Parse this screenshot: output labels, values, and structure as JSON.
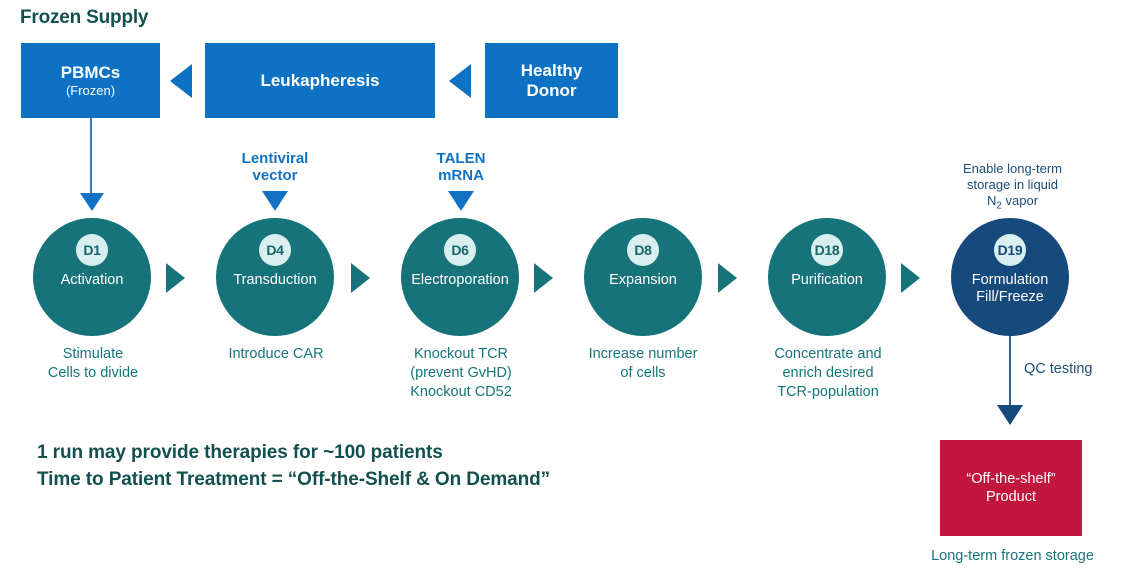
{
  "section_title": "Frozen Supply",
  "supply_chain": {
    "boxes": [
      {
        "name": "pbmcs",
        "main": "PBMCs",
        "sub": "(Frozen)"
      },
      {
        "name": "leukapheresis",
        "main": "Leukapheresis",
        "sub": ""
      },
      {
        "name": "healthy-donor",
        "main": "Healthy",
        "sub": "Donor"
      }
    ]
  },
  "inputs": [
    {
      "name": "lentiviral-vector",
      "line1": "Lentiviral",
      "line2": "vector"
    },
    {
      "name": "talen-mrna",
      "line1": "TALEN",
      "line2": "mRNA"
    }
  ],
  "storage_note": {
    "line1": "Enable long-term",
    "line2": "storage in liquid",
    "line3_pre": "N",
    "line3_sub": "2",
    "line3_post": " vapor"
  },
  "process_steps": [
    {
      "name": "activation",
      "day": "D1",
      "title": "Activation",
      "caption": "Stimulate\nCells to divide"
    },
    {
      "name": "transduction",
      "day": "D4",
      "title": "Transduction",
      "caption": "Introduce  CAR"
    },
    {
      "name": "electroporation",
      "day": "D6",
      "title": "Electroporation",
      "caption": "Knockout TCR\n(prevent GvHD)\nKnockout CD52"
    },
    {
      "name": "expansion",
      "day": "D8",
      "title": "Expansion",
      "caption": "Increase number\nof cells"
    },
    {
      "name": "purification",
      "day": "D18",
      "title": "Purification",
      "caption": "Concentrate and\nenrich desired\nTCR-population"
    },
    {
      "name": "formulation",
      "day": "D19",
      "title": "Formulation\nFill/Freeze",
      "caption": ""
    }
  ],
  "qc_label": "QC testing",
  "product": {
    "title": "“Off-the-shelf”\nProduct",
    "caption": "Long-term frozen storage"
  },
  "summary": "1 run may provide therapies for ~100 patients\nTime to Patient Treatment = “Off-the-Shelf & On Demand”",
  "colors": {
    "supply_blue": "#0d72c4",
    "input_blue": "#1172c4",
    "process_teal": "#17737a",
    "formulation_navy": "#174a7c",
    "product_crimson": "#c1173f",
    "title_teal": "#12504f",
    "caption_teal": "#16757a",
    "badge_mint": "#d9eeee"
  }
}
